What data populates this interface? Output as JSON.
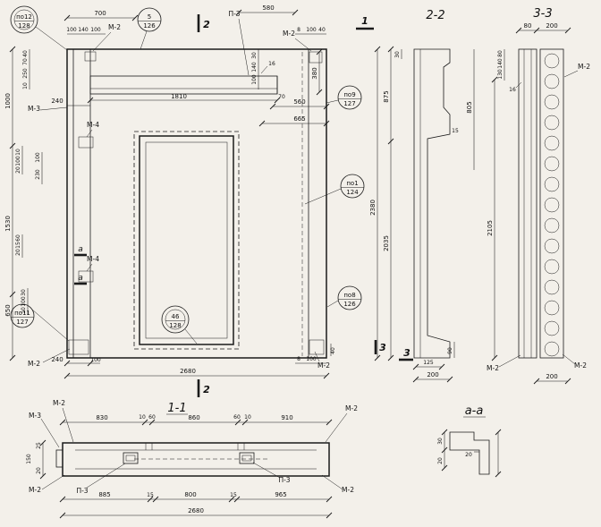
{
  "colors": {
    "paper": "#f3f0ea",
    "ink": "#1b1b1b"
  },
  "titles": {
    "s22": "2-2",
    "s33": "3-3",
    "s11": "1-1",
    "saa": "a-a"
  },
  "labels": {
    "m2": "M-2",
    "m3": "M-3",
    "m4": "M-4",
    "p3": "П-3",
    "s1": "1",
    "s2": "2",
    "s3": "3",
    "sa": "a"
  },
  "callouts": {
    "po12": {
      "num": "по12",
      "sheet": "128"
    },
    "c5": {
      "num": "5",
      "sheet": "126"
    },
    "po9": {
      "num": "по9",
      "sheet": "127"
    },
    "po1": {
      "num": "по1",
      "sheet": "124"
    },
    "po8": {
      "num": "по8",
      "sheet": "126"
    },
    "po11": {
      "num": "по11",
      "sheet": "127"
    },
    "c46": {
      "num": "46",
      "sheet": "128"
    }
  },
  "dims": {
    "d8": "8",
    "d10": "10",
    "d15": "15",
    "d16": "16",
    "d20": "20",
    "d25": "25",
    "d30": "30",
    "d40": "40",
    "d60": "60",
    "d70": "70",
    "d80": "80",
    "d90": "90",
    "d100": "100",
    "d125": "125",
    "d130": "130",
    "d140": "140",
    "d150": "150",
    "d200": "200",
    "d230": "230",
    "d240": "240",
    "d250": "250",
    "d380": "380",
    "d560": "560",
    "d580": "580",
    "d650": "650",
    "d665": "665",
    "d700": "700",
    "d800": "800",
    "d805": "805",
    "d830": "830",
    "d860": "860",
    "d875": "875",
    "d885": "885",
    "d910": "910",
    "d965": "965",
    "d1000": "1000",
    "d1530": "1530",
    "d1810": "1810",
    "d2035": "2035",
    "d2105": "2105",
    "d2380": "2380",
    "d2680": "2680"
  }
}
